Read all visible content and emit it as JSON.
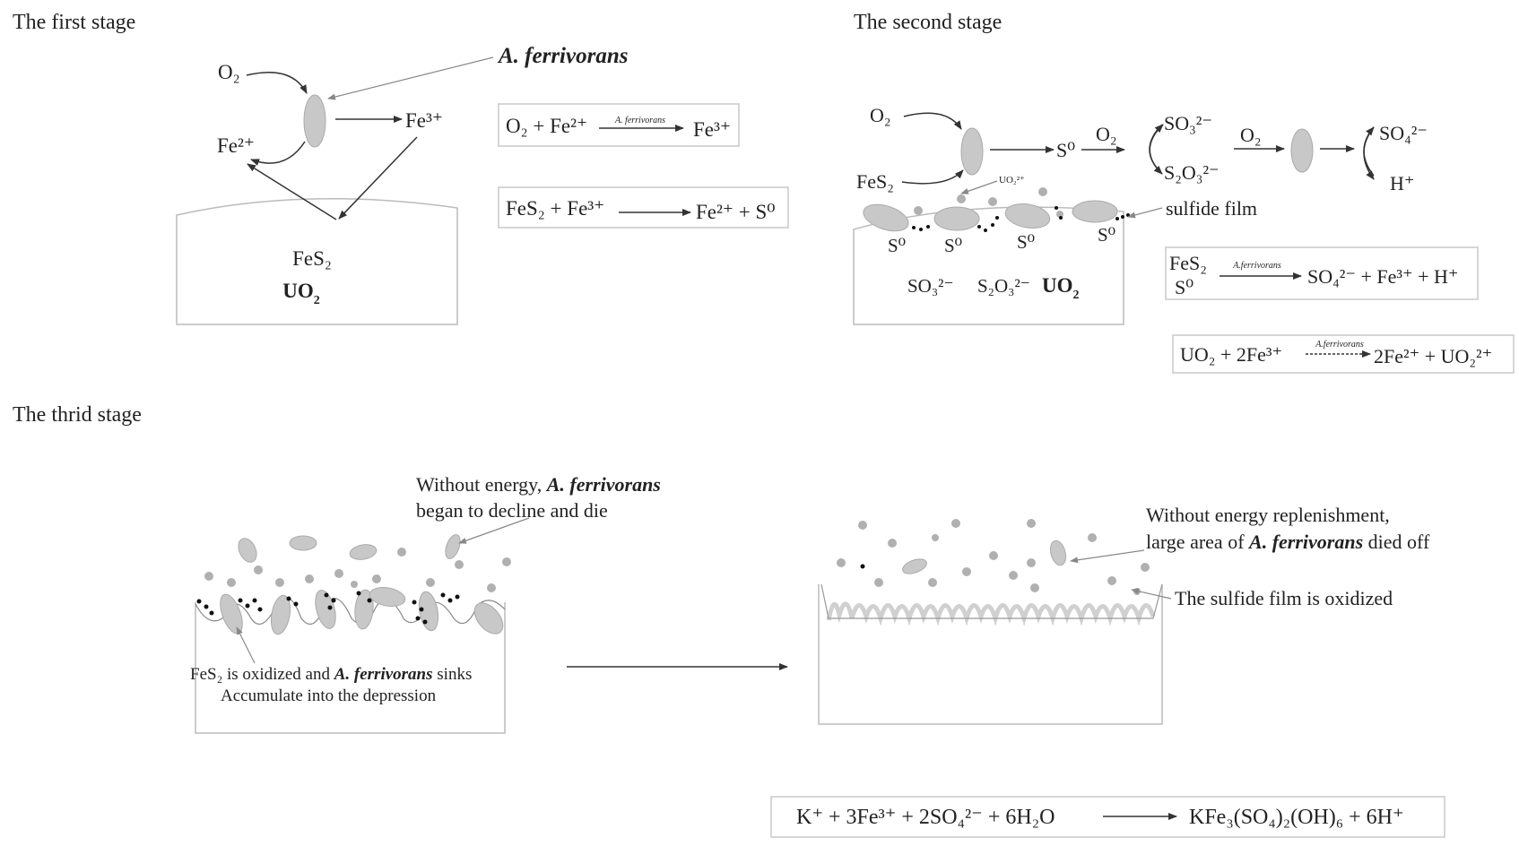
{
  "stage1": {
    "title": "The first stage",
    "o2": "O₂",
    "fe2": "Fe²⁺",
    "fe3": "Fe³⁺",
    "bacteria": "A. ferrivorans",
    "box_fes2": "FeS₂",
    "box_uo2": "UO",
    "box_uo2_sub": "2",
    "eq1_left": "O₂ + Fe²⁺",
    "eq1_cat": "A. ferrivorans",
    "eq1_right": "Fe³⁺",
    "eq2_left": "FeS₂ + Fe³⁺",
    "eq2_right": "Fe²⁺ + S⁰"
  },
  "stage2": {
    "title": "The second stage",
    "o2_a": "O₂",
    "fes2": "FeS₂",
    "s0": "S⁰",
    "o2_b": "O₂",
    "so3": "SO₃²⁻",
    "s2o3": "S₂O₃²⁻",
    "o2_c": "O₂",
    "so4": "SO₄²⁻",
    "h": "H⁺",
    "uo2p": "UO₂²⁺",
    "sulfide_film": "sulfide film",
    "s0_1": "S⁰",
    "s0_2": "S⁰",
    "s0_3": "S⁰",
    "s0_4": "S⁰",
    "box_so3": "SO₃²⁻",
    "box_s2o3": "S₂O₃²⁻",
    "box_uo2": "UO",
    "box_uo2_sub": "2",
    "eq3_top": "FeS₂",
    "eq3_bottom": "S⁰",
    "eq3_cat": "A.ferrivorans",
    "eq3_right": "SO₄²⁻ + Fe³⁺ + H⁺",
    "eq4_left": "UO₂ + 2Fe³⁺",
    "eq4_cat": "A.ferrivorans",
    "eq4_right": "2Fe²⁺ + UO₂²⁺"
  },
  "stage3": {
    "title": "The thrid stage",
    "decline_line1_pre": "Without energy, ",
    "decline_line1_em": "A. ferrivorans",
    "decline_line2": "began to decline and die",
    "sink_line1_pre": "FeS₂ is oxidized and ",
    "sink_line1_em": "A. ferrivorans",
    "sink_line1_post": " sinks",
    "sink_line2": "Accumulate into the depression",
    "died_line1": "Without energy replenishment,",
    "died_line2_pre": "large area of ",
    "died_line2_em": "A. ferrivorans",
    "died_line2_post": " died off",
    "film_oxidized": "The sulfide film is oxidized",
    "eq5_left": "K⁺ + 3Fe³⁺ + 2SO₄²⁻ + 6H₂O",
    "eq5_right": "KFe₃(SO₄)₂(OH)₆ + 6H⁺"
  }
}
